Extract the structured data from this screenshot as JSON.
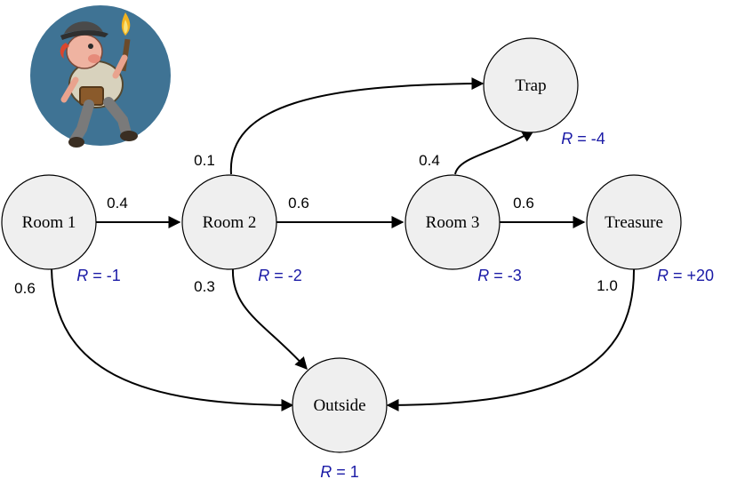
{
  "nodes": {
    "room1": {
      "label": "Room 1",
      "reward_var": "R",
      "reward_text": " = -1"
    },
    "room2": {
      "label": "Room 2",
      "reward_var": "R",
      "reward_text": " = -2"
    },
    "room3": {
      "label": "Room 3",
      "reward_var": "R",
      "reward_text": " = -3"
    },
    "treasure": {
      "label": "Treasure",
      "reward_var": "R",
      "reward_text": " = +20"
    },
    "trap": {
      "label": "Trap",
      "reward_var": "R",
      "reward_text": " = -4"
    },
    "outside": {
      "label": "Outside",
      "reward_var": "R",
      "reward_text": " = 1"
    }
  },
  "edges": {
    "room1_room2": "0.4",
    "room1_outside": "0.6",
    "room2_trap": "0.1",
    "room2_room3": "0.6",
    "room2_outside": "0.3",
    "room3_trap": "0.4",
    "room3_treasure": "0.6",
    "treasure_outside": "1.0"
  },
  "colors": {
    "node_fill": "#efefef",
    "reward_text": "#1a1aa6",
    "badge_background": "#3f7394"
  },
  "illustration": "explorer-with-torch"
}
